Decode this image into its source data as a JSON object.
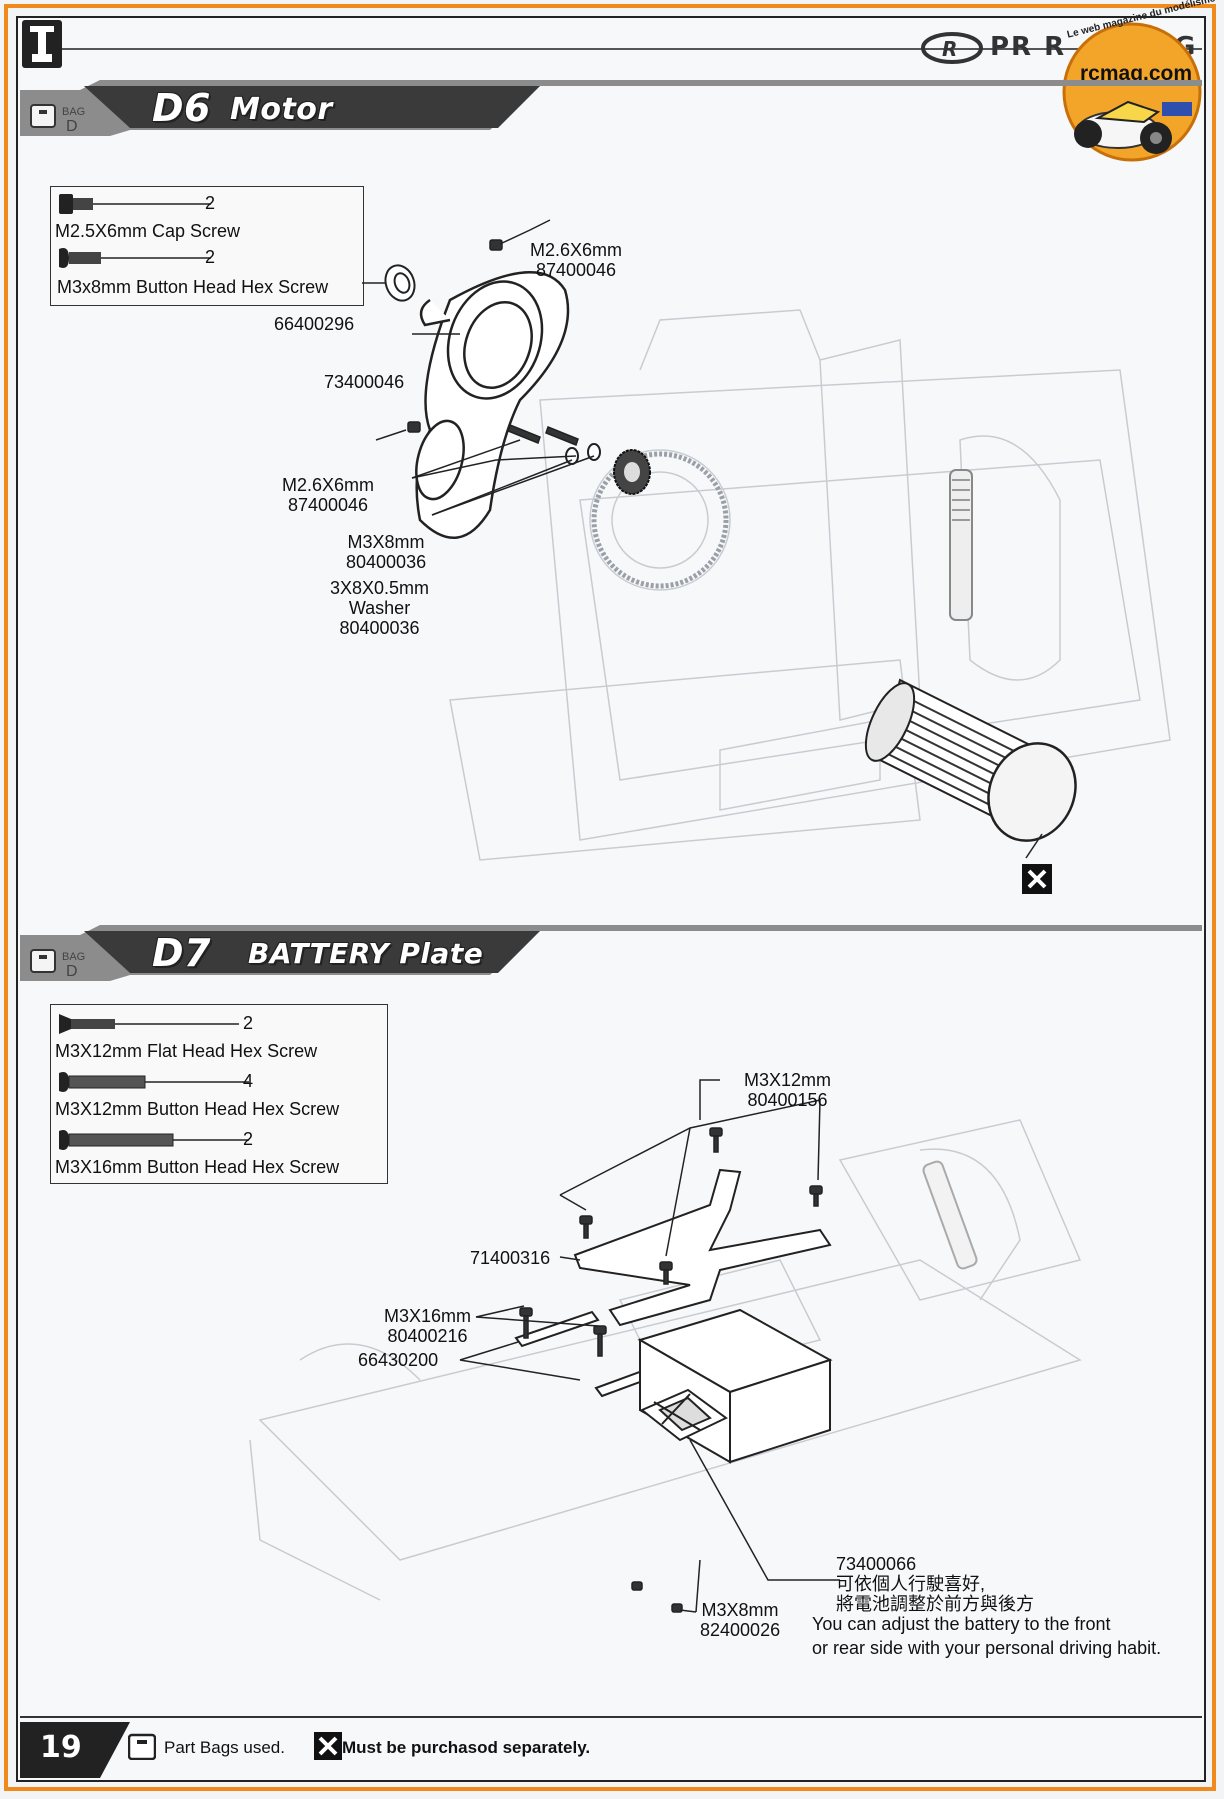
{
  "header": {
    "brand_text": "PR R",
    "brand_suffix": "G",
    "watermark_top": "Le web magazine du modélisme",
    "watermark_site": "rcmag.com"
  },
  "sections": {
    "d6": {
      "bag_word": "BAG",
      "bag_letter": "D",
      "number": "D6",
      "title": "Motor",
      "parts": [
        {
          "name": "M2.5X6mm Cap Screw",
          "qty": "2"
        },
        {
          "name": "M3x8mm Button Head Hex Screw",
          "qty": "2"
        }
      ],
      "callouts": {
        "screw_top": [
          "M2.6X6mm",
          "87400046"
        ],
        "bearing": "66400296",
        "housing": "73400046",
        "screw_left": [
          "M2.6X6mm",
          "87400046"
        ],
        "screw_m3": [
          "M3X8mm",
          "80400036"
        ],
        "washer": [
          "3X8X0.5mm",
          "Washer",
          "80400036"
        ]
      }
    },
    "d7": {
      "bag_word": "BAG",
      "bag_letter": "D",
      "number": "D7",
      "title": "BATTERY Plate",
      "parts": [
        {
          "name": "M3X12mm Flat Head Hex Screw",
          "qty": "2"
        },
        {
          "name": "M3X12mm Button Head Hex Screw",
          "qty": "4"
        },
        {
          "name": "M3X16mm Button Head Hex Screw",
          "qty": "2"
        }
      ],
      "callouts": {
        "screw_top": [
          "M3X12mm",
          "80400156"
        ],
        "plate": "71400316",
        "screw_m3x16": [
          "M3X16mm",
          "80400216"
        ],
        "strap": "66430200",
        "battery_holder": "73400066",
        "note_cn_1": "可依個人行駛喜好,",
        "note_cn_2": "將電池調整於前方與後方",
        "note_en_1": "You can adjust the battery to the front",
        "note_en_2": "or rear side with your personal driving habit.",
        "screw_bottom": [
          "M3X8mm",
          "82400026"
        ]
      }
    }
  },
  "footer": {
    "page_number": "19",
    "legend_bags": "Part Bags used.",
    "legend_purchase": "Must be purchasod separately."
  }
}
